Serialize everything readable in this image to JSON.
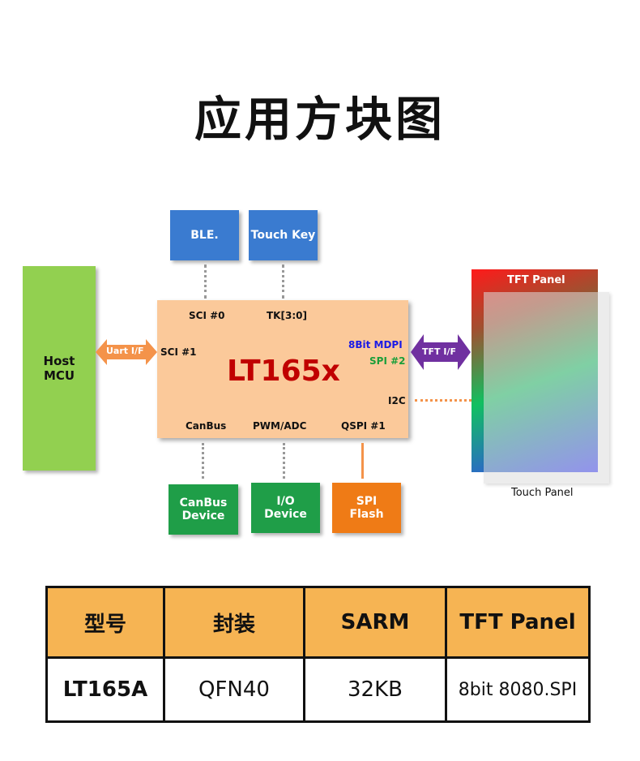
{
  "title": "应用方块图",
  "diagram": {
    "host": "Host\nMCU",
    "ble": "BLE.",
    "touch_key": "Touch Key",
    "chip": "LT165x",
    "sci0": "SCI #0",
    "tk": "TK[3:0]",
    "sci1": "SCI #1",
    "mdpi": "8Bit MDPI",
    "spi2": "SPI #2",
    "i2c": "I2C",
    "canbus": "CanBus",
    "pwm": "PWM/ADC",
    "qspi": "QSPI #1",
    "uart": "Uart I/F",
    "tft_if": "TFT I/F",
    "tft_panel": "TFT Panel",
    "touch_panel": "Touch Panel",
    "canbus_dev": "CanBus\nDevice",
    "io_dev": "I/O\nDevice",
    "spi_flash": "SPI\nFlash"
  },
  "table": {
    "headers": [
      "型号",
      "封装",
      "SARM",
      "TFT Panel"
    ],
    "row": [
      "LT165A",
      "QFN40",
      "32KB",
      "8bit 8080.SPI"
    ]
  }
}
